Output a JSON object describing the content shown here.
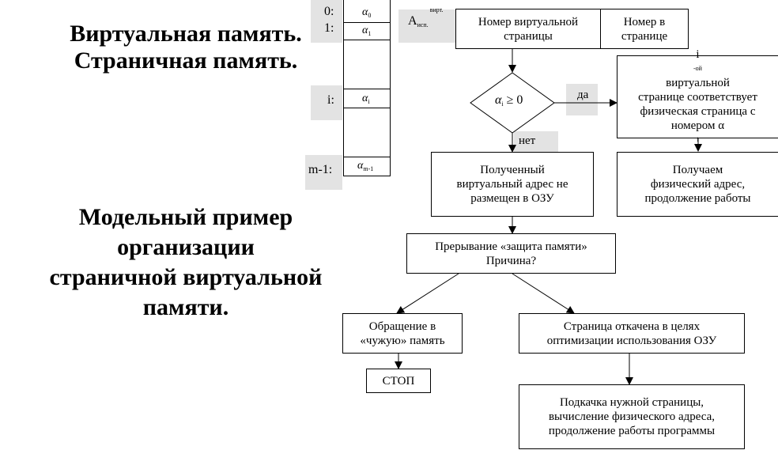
{
  "title": {
    "line1": "Виртуальная память.",
    "line2": "Страничная память."
  },
  "subtitle": {
    "line1": "Модельный пример",
    "line2": "организации",
    "line3": "страничной виртуальной",
    "line4": "памяти."
  },
  "page_table": {
    "rows": [
      {
        "index": "0:",
        "symbol": "α",
        "sub": "0"
      },
      {
        "index": "1:",
        "symbol": "α",
        "sub": "1"
      },
      {
        "index": "i:",
        "symbol": "α",
        "sub": "i"
      },
      {
        "index": "m-1:",
        "symbol": "α",
        "sub": "m-1"
      }
    ]
  },
  "address": {
    "symbol": "A",
    "sub": "исп.",
    "sup": "вирт."
  },
  "flow": {
    "virtual_page_number": {
      "line1": "Номер виртуальной",
      "line2": "страницы"
    },
    "offset_in_page": {
      "line1": "Номер в",
      "line2": "странице"
    },
    "decision": {
      "symbol": "α",
      "sub": "i",
      "condition": " ≥ 0"
    },
    "yes_label": "да",
    "no_label": "нет",
    "yes_result": {
      "sup": "-ой",
      "lead": "i",
      "line1": "виртуальной",
      "line2": "странице соответствует",
      "line3": "физическая страница с",
      "line4": "номером α",
      "line4_sub": "i"
    },
    "got_physical": {
      "line1": "Получаем",
      "line2": "физический адрес,",
      "line3": "продолжение работы"
    },
    "not_in_ram": {
      "line1": "Полученный",
      "line2": "виртуальный адрес не",
      "line3": "размещен в ОЗУ"
    },
    "interrupt": {
      "line1": "Прерывание «защита памяти»",
      "line2": "Причина?"
    },
    "foreign_memory": {
      "line1": "Обращение в",
      "line2": "«чужую» память"
    },
    "stop": "СТОП",
    "swapped_out": {
      "line1": "Страница откачена в целях",
      "line2": "оптимизации использования ОЗУ"
    },
    "page_in": {
      "line1": "Подкачка нужной страницы,",
      "line2": "вычисление физического адреса,",
      "line3": "продолжение работы программы"
    }
  }
}
